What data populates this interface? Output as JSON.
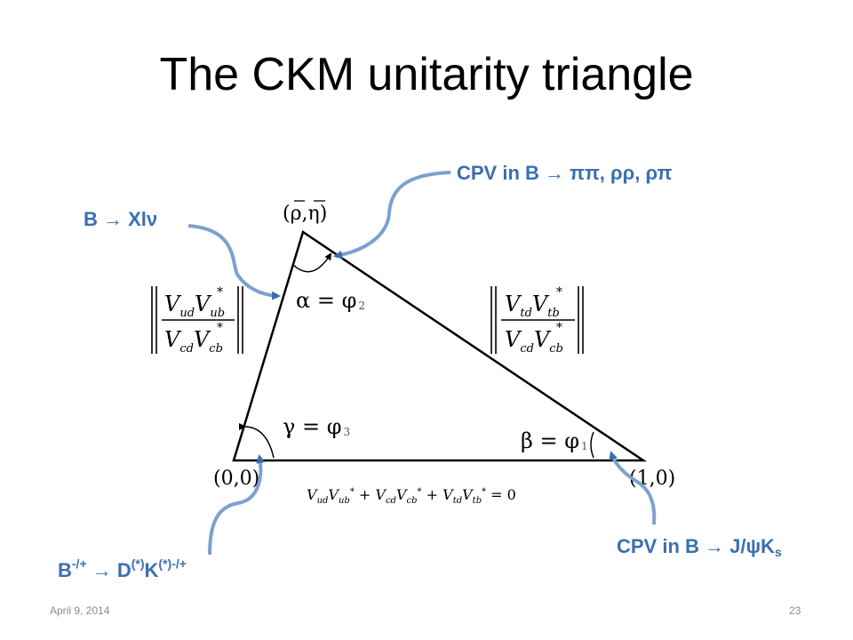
{
  "title": "The CKM unitarity triangle",
  "labels": {
    "semileptonic": "B → Xlν",
    "cpv_alpha": "CPV in B → ππ, ρρ, ρπ",
    "gamma_base": "B",
    "gamma_sup1": "-/+",
    "gamma_mid": " → D",
    "gamma_sup2": "(*)",
    "gamma_k": "K",
    "gamma_sup3": "(*)-/+",
    "beta_base": "CPV in B → J/ψK",
    "beta_sub": "s"
  },
  "diagram": {
    "apex": "(ρ,η)",
    "origin": "(0,0)",
    "one_zero": "(1,0)",
    "alpha": "α = φ",
    "alpha_sub": "2",
    "gamma": "γ = φ",
    "gamma_sub": "3",
    "beta": "β = φ",
    "beta_sub": "1",
    "unitarity_relation": "V_ud V*_ub + V_cd V*_cb + V_td V*_tb = 0"
  },
  "footer": {
    "date": "April 9, 2014",
    "page": "23"
  },
  "colors": {
    "accent": "#3a6fb0",
    "arrow": "#7fa0cf"
  }
}
